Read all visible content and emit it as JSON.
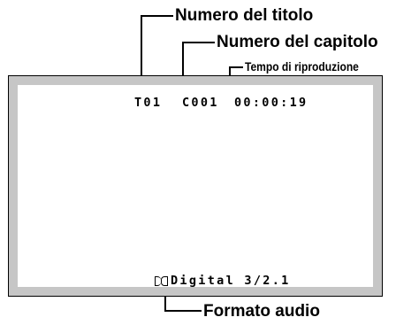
{
  "callouts": {
    "title_number": "Numero del titolo",
    "chapter_number": "Numero del capitolo",
    "playback_time": "Tempo di riproduzione",
    "audio_format": "Formato audio"
  },
  "screen": {
    "title": "T01",
    "chapter": "C001",
    "time": "00:00:19",
    "audio": "Digital 3/2.1"
  },
  "icons": {
    "audio_icon": "dolby-double-d-icon"
  },
  "colors": {
    "frame": "#c6c6c6",
    "screen": "#ffffff",
    "text": "#000000"
  }
}
